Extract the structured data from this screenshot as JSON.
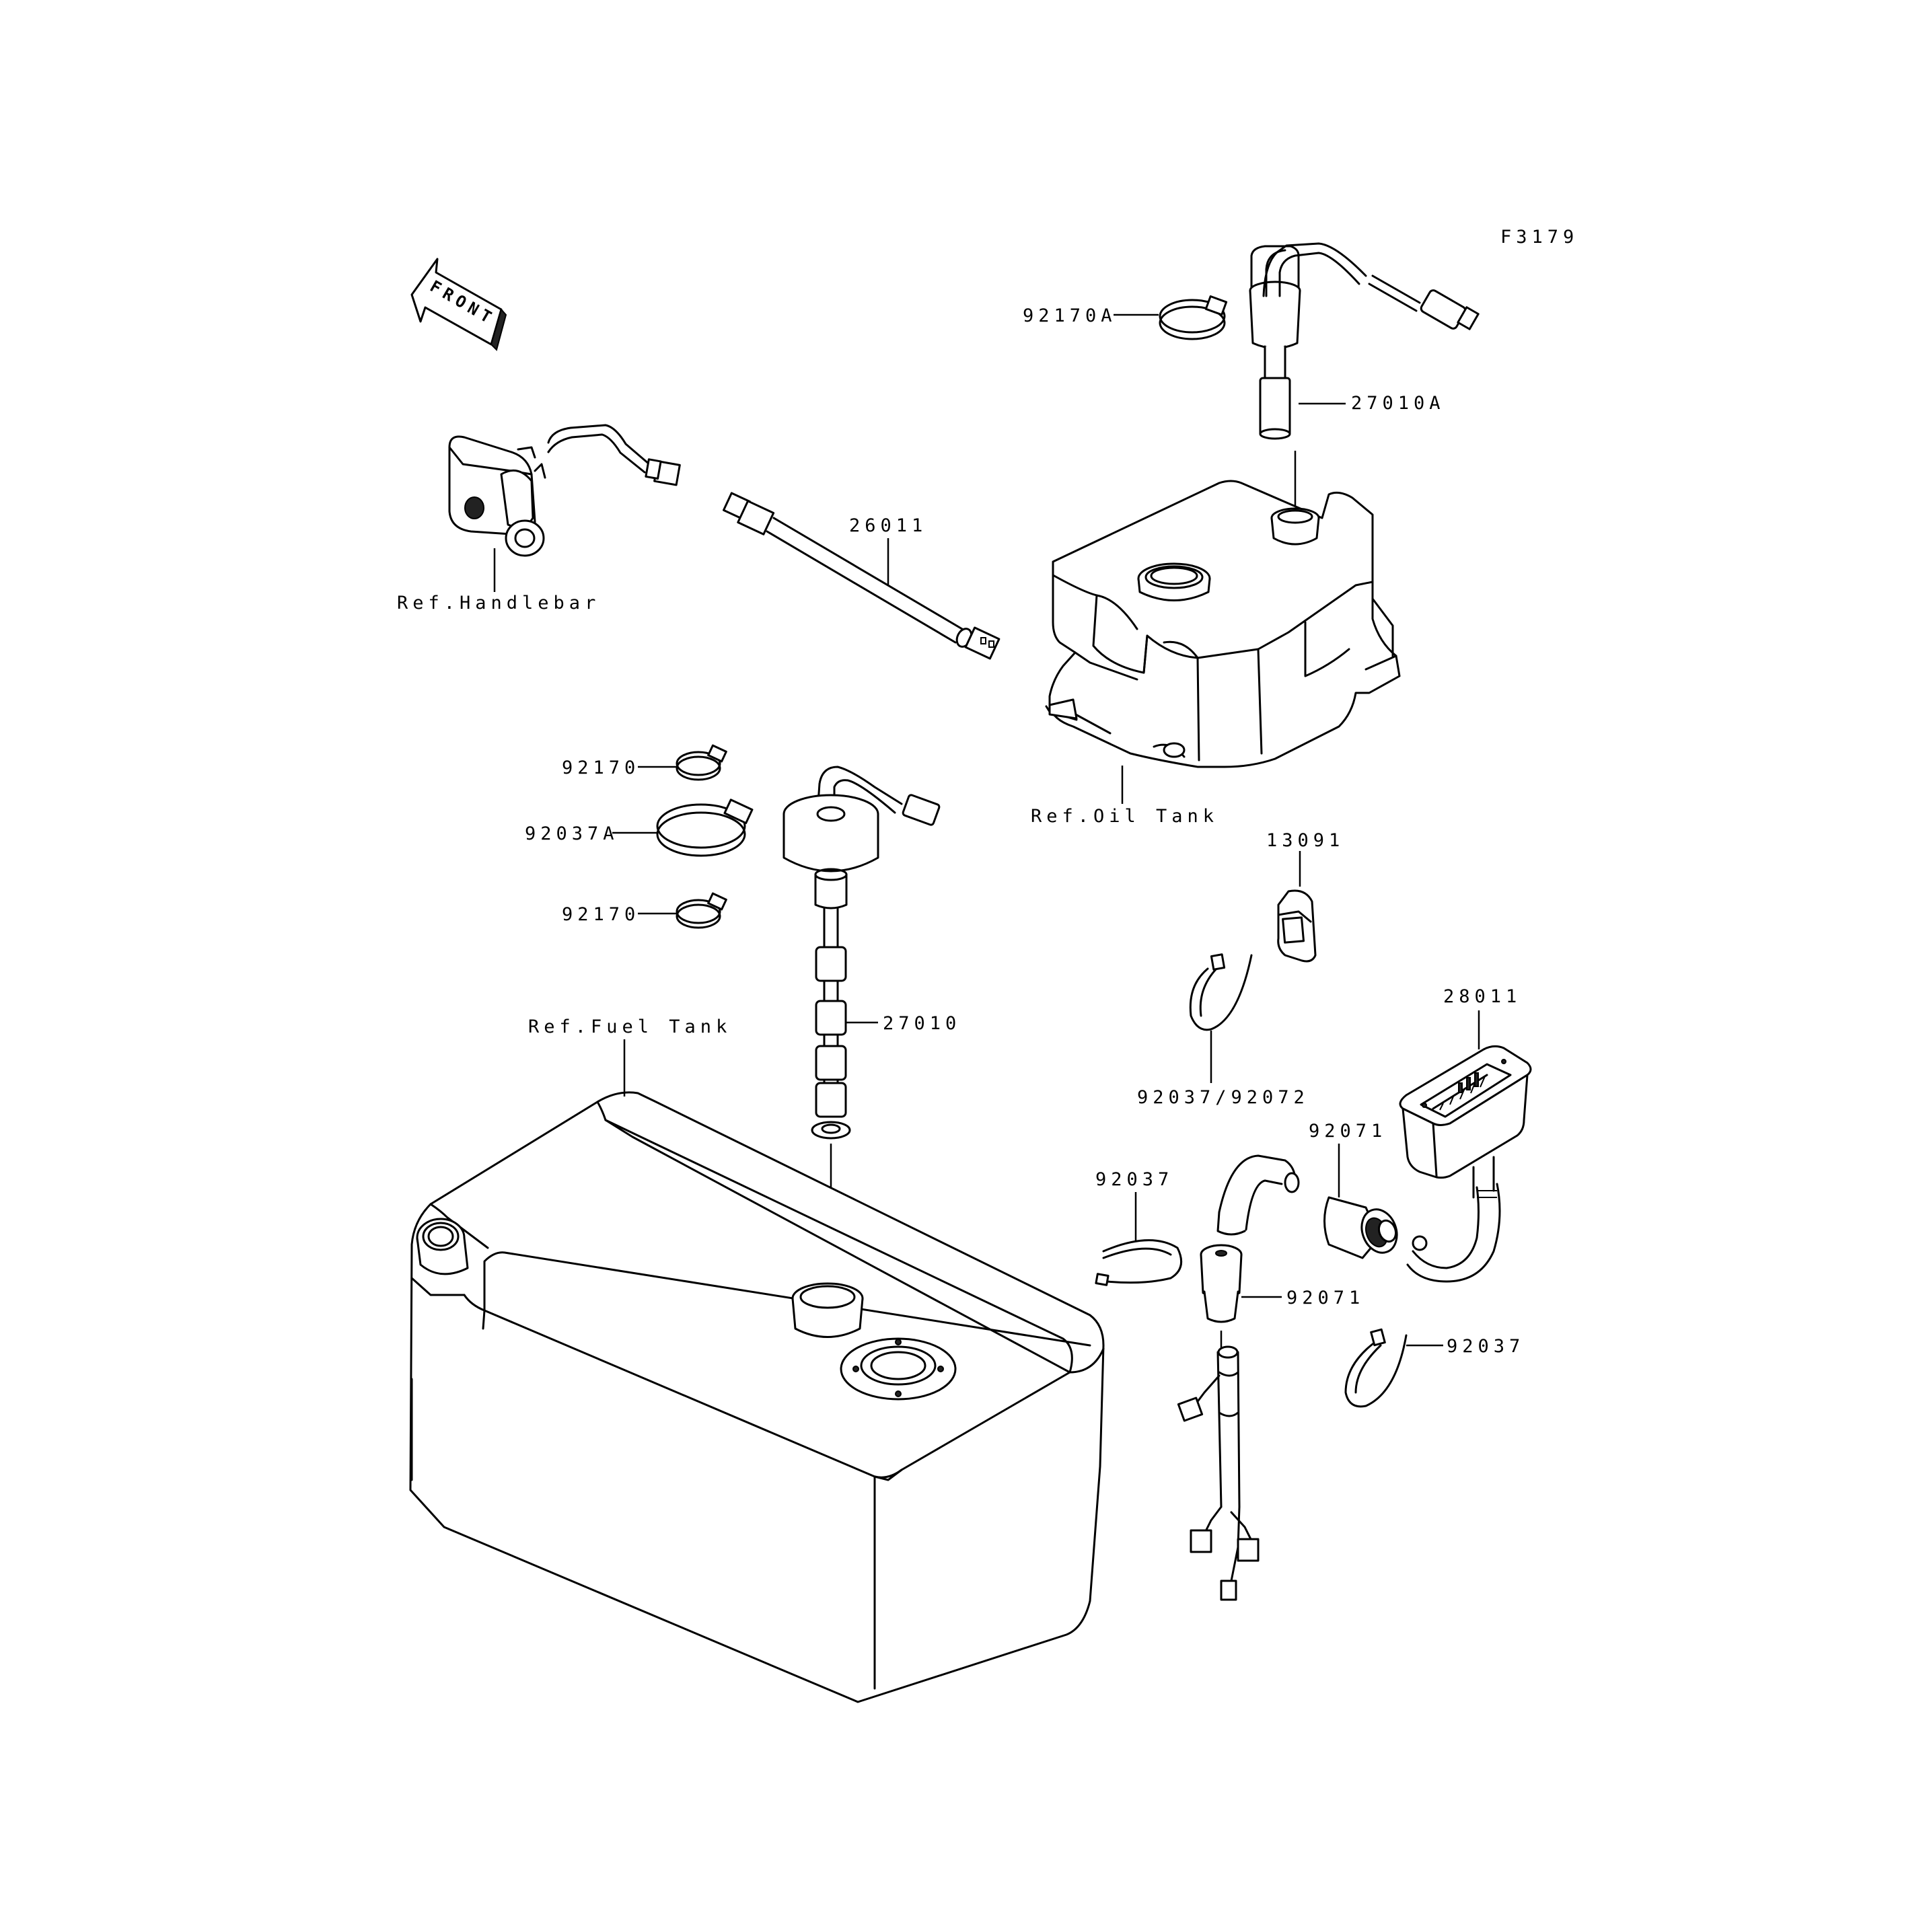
{
  "diagram": {
    "figure_code": "F3179",
    "front_arrow_label": "FRONT",
    "labels": {
      "p92170A": "92170A",
      "p27010A": "27010A",
      "p26011": "26011",
      "ref_handlebar": "Ref.Handlebar",
      "ref_oil_tank": "Ref.Oil Tank",
      "p92170_top": "92170",
      "p92037A": "92037A",
      "p92170_bottom": "92170",
      "p27010": "27010",
      "ref_fuel_tank": "Ref.Fuel Tank",
      "p13091": "13091",
      "p28011": "28011",
      "p92037_92072": "92037/92072",
      "p92071_top": "92071",
      "p92037_left": "92037",
      "p92071_bottom": "92071",
      "p92037_right": "92037"
    }
  }
}
